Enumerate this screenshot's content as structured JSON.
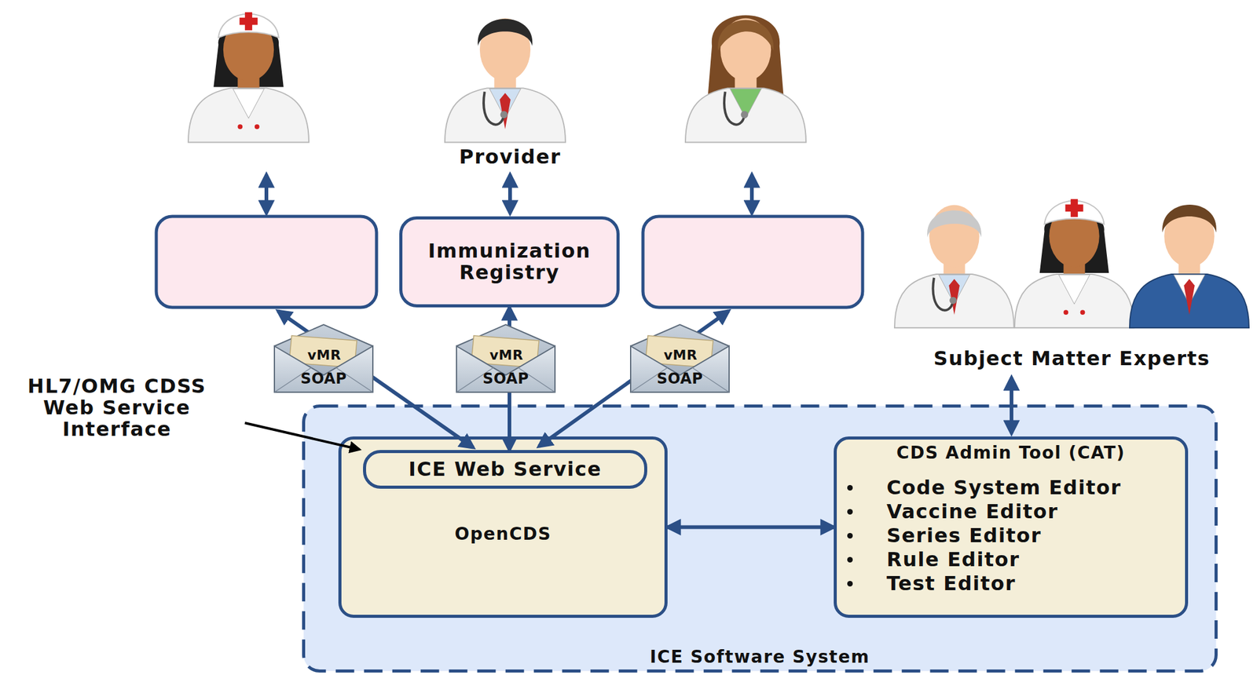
{
  "diagram": {
    "nodes": [
      {
        "text": [
          "Immunization Registry"
        ]
      },
      {
        "text": [
          "ICE Software System"
        ]
      },
      {
        "text": [
          "OpenCDS"
        ],
        "in": 1
      },
      {
        "text": [
          "ICE Web Service"
        ],
        "in": 2
      },
      {
        "text": [
          "CDS Admin Tool (CAT)",
          "Code System Editor",
          "Vaccine Editor",
          "Series Editor",
          "Rule Editor",
          "Test Editor"
        ],
        "in": 1
      }
    ],
    "edges": [
      {
        "from": 3,
        "to": 0,
        "arrow": "both"
      },
      {
        "from": 2,
        "to": 4,
        "arrow": "both"
      }
    ],
    "labels": [
      "Provider",
      "Subject Matter Experts",
      "vMR",
      "SOAP",
      "vMR",
      "SOAP",
      "vMR",
      "SOAP",
      "HL7/OMG CDSS Web Service Interface"
    ]
  }
}
